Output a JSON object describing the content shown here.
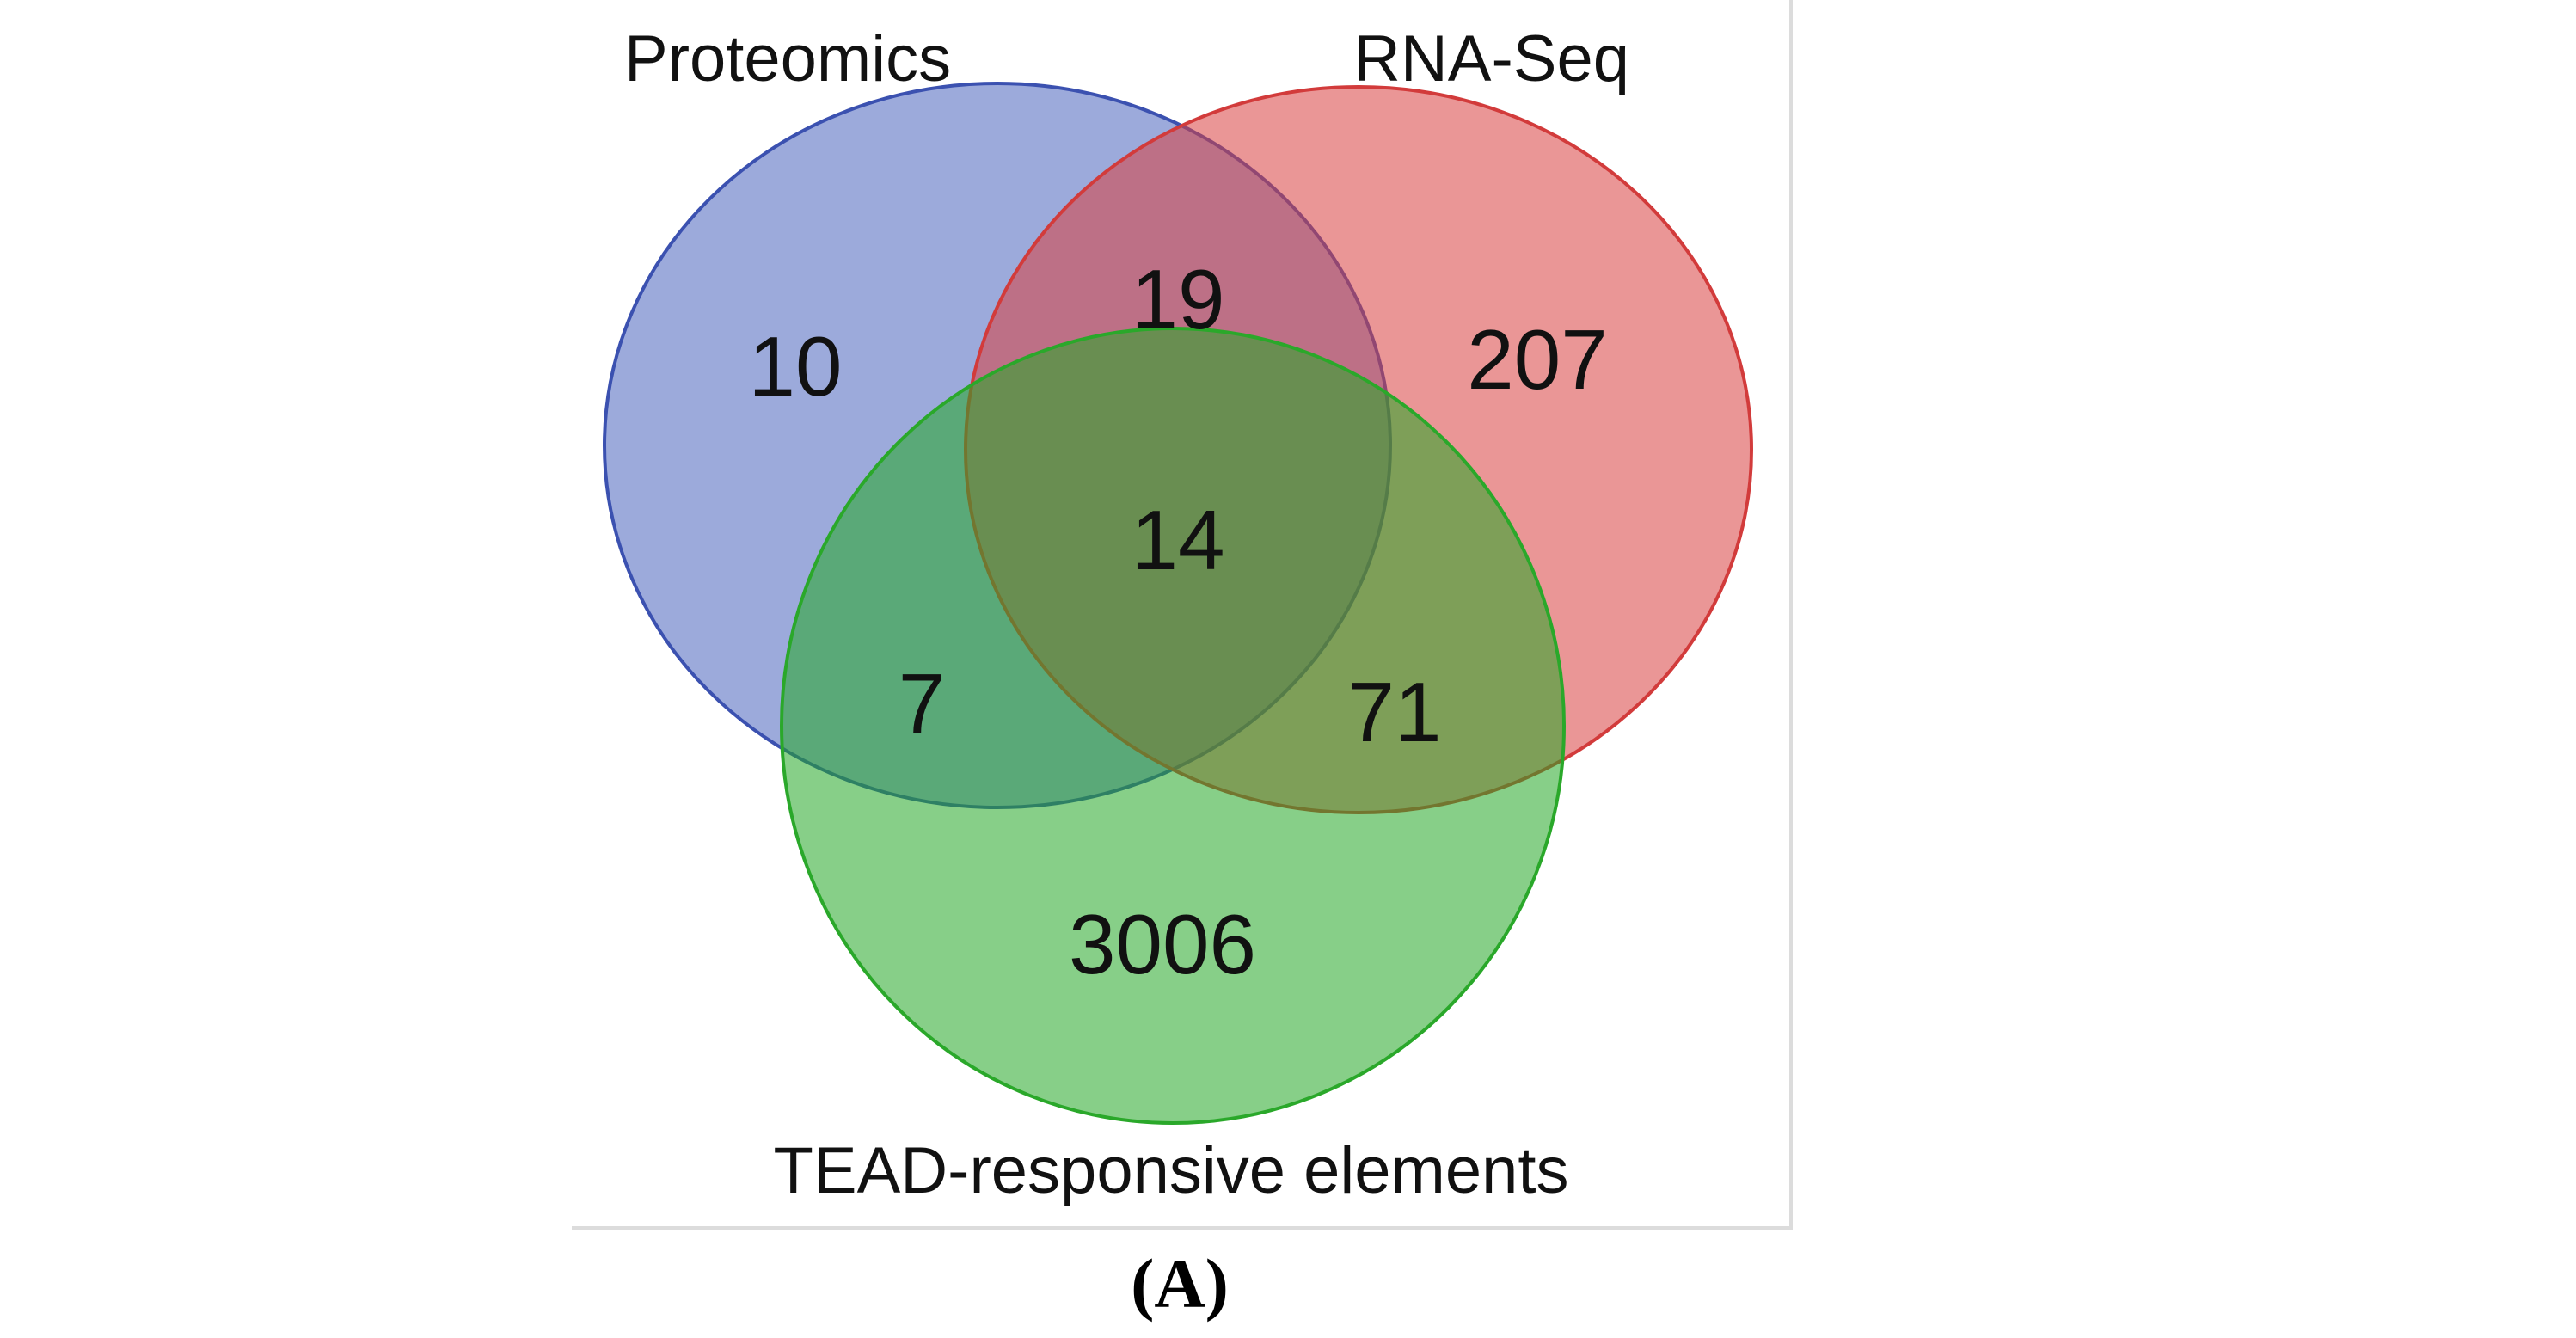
{
  "venn": {
    "sets": [
      {
        "id": "proteomics",
        "label": "Proteomics",
        "fill": "#4a64be",
        "stroke": "#3b51b0"
      },
      {
        "id": "rnaseq",
        "label": "RNA-Seq",
        "fill": "#d9403f",
        "stroke": "#d23b3b"
      },
      {
        "id": "tead",
        "label": "TEAD-responsive elements",
        "fill": "#25a826",
        "stroke": "#2aa82a"
      }
    ],
    "regions": {
      "proteomics_only": "10",
      "rnaseq_only": "207",
      "tead_only": "3006",
      "proteomics_rnaseq": "19",
      "proteomics_tead": "7",
      "rnaseq_tead": "71",
      "all_three": "14"
    },
    "fill_opacity": 0.55
  },
  "panel_label": "(A)"
}
